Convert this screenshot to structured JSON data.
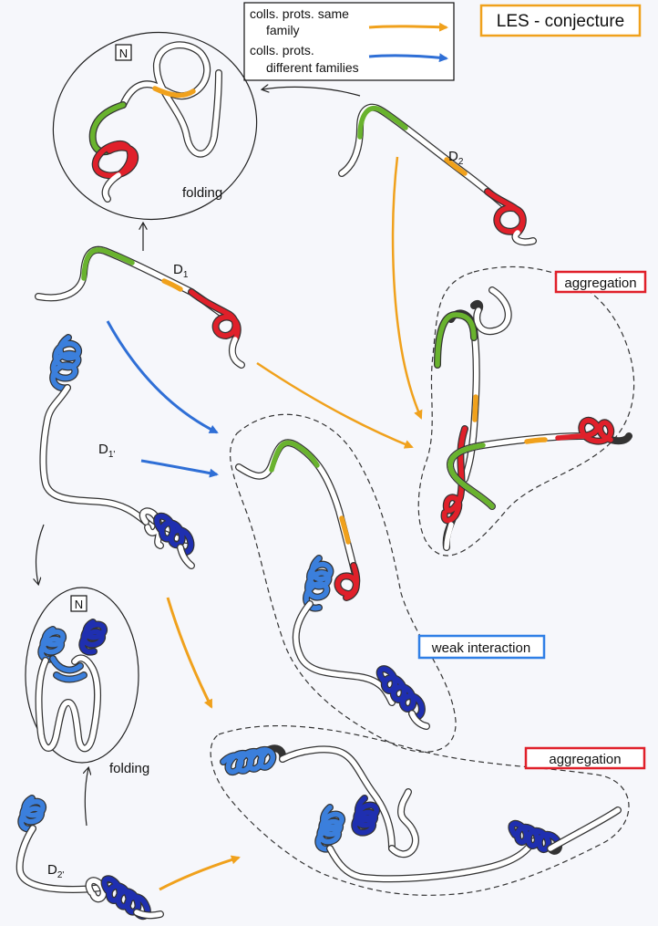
{
  "title": "LES - conjecture",
  "legend": {
    "same_family_line1": "colls. prots. same",
    "same_family_line2": "family",
    "diff_families_line1": "colls. prots.",
    "diff_families_line2": "different families"
  },
  "labels": {
    "aggregation_top": "aggregation",
    "aggregation_bottom": "aggregation",
    "weak_interaction": "weak interaction",
    "folding_top": "folding",
    "folding_bottom": "folding",
    "native_top": "N",
    "native_bottom": "N",
    "d1": "D",
    "d1_sub": "1",
    "d1p": "D",
    "d1p_sub": "1'",
    "d2": "D",
    "d2_sub": "2",
    "d2p": "D",
    "d2p_sub": "2'"
  },
  "colors": {
    "orange": "#f0a11c",
    "blue": "#2f6fd6",
    "red": "#e0202a",
    "green": "#69b32e",
    "light_blue": "#3b7fdc",
    "dark_blue": "#1f2fb0",
    "title_border": "#f0a11c",
    "aggregation_border": "#e0202a",
    "weak_border": "#2f7fe6"
  }
}
